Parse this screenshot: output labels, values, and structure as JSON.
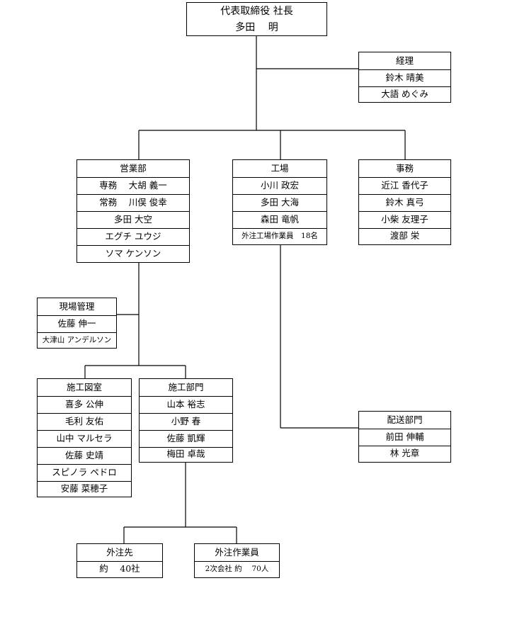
{
  "ceo": {
    "title": "代表取締役 社長",
    "name": "多田　 明"
  },
  "keiri": {
    "title": "経理",
    "members": [
      "鈴木 晴美",
      "大語 めぐみ"
    ]
  },
  "eigyo": {
    "title": "営業部",
    "members": [
      "専務　 大胡 義一",
      "常務　 川俣 俊幸",
      "多田 大空",
      "エグチ ユウジ",
      "ソマ ケンソン"
    ]
  },
  "kojo": {
    "title": "工場",
    "members": [
      "小川 政宏",
      "多田 大海",
      "森田 竜帆",
      "外注工場作業員　18名"
    ]
  },
  "jimu": {
    "title": "事務",
    "members": [
      "近江 香代子",
      "鈴木 真弓",
      "小柴 友理子",
      "渡部 栄"
    ]
  },
  "genba": {
    "title": "現場管理",
    "members": [
      "佐藤 伸一",
      "大津山 アンデルソン"
    ]
  },
  "sekozu": {
    "title": "施工図室",
    "members": [
      "喜多 公伸",
      "毛利 友佑",
      "山中 マルセラ",
      "佐藤 史靖",
      "スピノラ ペドロ",
      "安藤 菜穂子"
    ]
  },
  "sekobu": {
    "title": "施工部門",
    "members": [
      "山本 裕志",
      "小野 春",
      "佐藤 凱輝",
      "梅田 卓哉"
    ]
  },
  "haiso": {
    "title": "配送部門",
    "members": [
      "前田 伸輔",
      "林 光章"
    ]
  },
  "gaichu": {
    "title": "外注先",
    "members": [
      "約　 40社"
    ]
  },
  "gaichu_worker": {
    "title": "外注作業員",
    "members": [
      "2次会社 約　 70人"
    ]
  }
}
